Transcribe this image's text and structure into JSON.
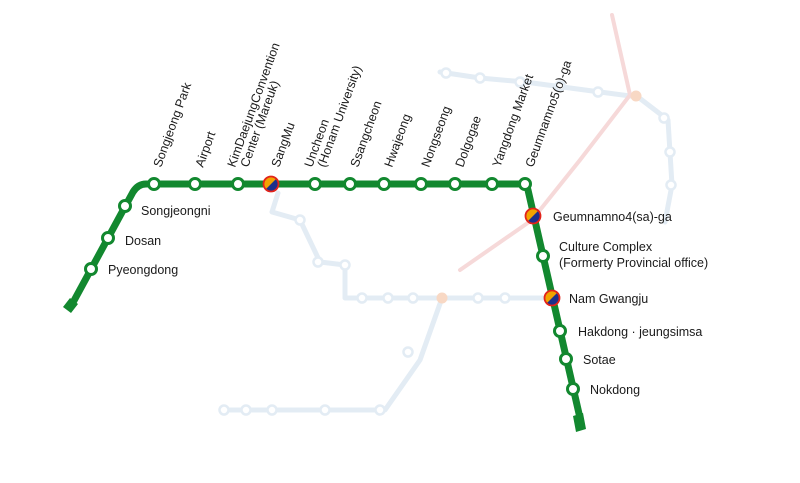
{
  "colors": {
    "line": "#12882f",
    "station_fill": "#ffffff",
    "faded_line": "#e3ecf4",
    "faded_red": "#f6d9d9",
    "transfer_top": "#f2a300",
    "transfer_bottom": "#1c2f8c",
    "transfer_ring": "#e2231a"
  },
  "stations": {
    "songjeong_park": "Songjeong Park",
    "airport": "Airport",
    "kimdaejung_1": "KimDaejungConvention",
    "kimdaejung_2": "Center (Mareuk)",
    "sangmu": "SangMu",
    "uncheon_1": "Uncheon",
    "uncheon_2": "(Honam University)",
    "ssangcheon": "Ssangcheon",
    "hwajeong": "Hwajeong",
    "nongseong": "Nongseong",
    "dolgogae": "Dolgogae",
    "yangdong": "Yangdong Market",
    "geumnamno5": "Geumnamno5(o)-ga",
    "songjeongni": "Songjeongni",
    "dosan": "Dosan",
    "pyeongdong": "Pyeongdong",
    "geumnamno4": "Geumnamno4(sa)-ga",
    "culture_1": "Culture Complex",
    "culture_2": "(Formerty Provincial office)",
    "nam_gwangju": "Nam Gwangju",
    "hakdong": "Hakdong · jeungsimsa",
    "sotae": "Sotae",
    "nokdong": "Nokdong"
  }
}
